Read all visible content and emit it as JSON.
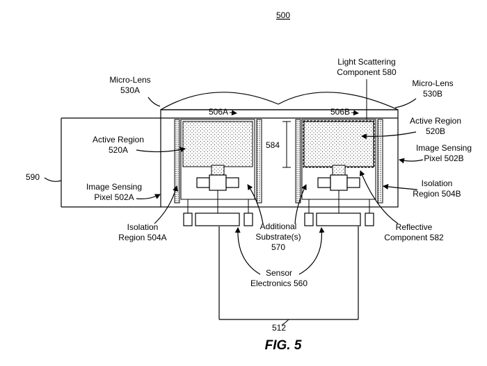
{
  "figure": {
    "number": "500",
    "caption": "FIG. 5",
    "labels": {
      "micro_lens_a": [
        "Micro-Lens",
        "530A"
      ],
      "micro_lens_b": [
        "Micro-Lens",
        "530B"
      ],
      "light_scattering": [
        "Light Scattering",
        "Component 580"
      ],
      "ref_506a": "506A",
      "ref_506b": "506B",
      "active_region_a": [
        "Active Region",
        "520A"
      ],
      "active_region_b": [
        "Active Region",
        "520B"
      ],
      "ref_584": "584",
      "image_sensing_b": [
        "Image Sensing",
        "Pixel 502B"
      ],
      "ref_590": "590",
      "image_sensing_a": [
        "Image Sensing",
        "Pixel 502A"
      ],
      "isolation_b": [
        "Isolation",
        "Region 504B"
      ],
      "isolation_a": [
        "Isolation",
        "Region 504A"
      ],
      "additional_substrate": [
        "Additional",
        "Substrate(s)",
        "570"
      ],
      "reflective": [
        "Reflective",
        "Component 582"
      ],
      "sensor_electronics": [
        "Sensor",
        "Electronics 560"
      ],
      "ref_512": "512"
    }
  }
}
